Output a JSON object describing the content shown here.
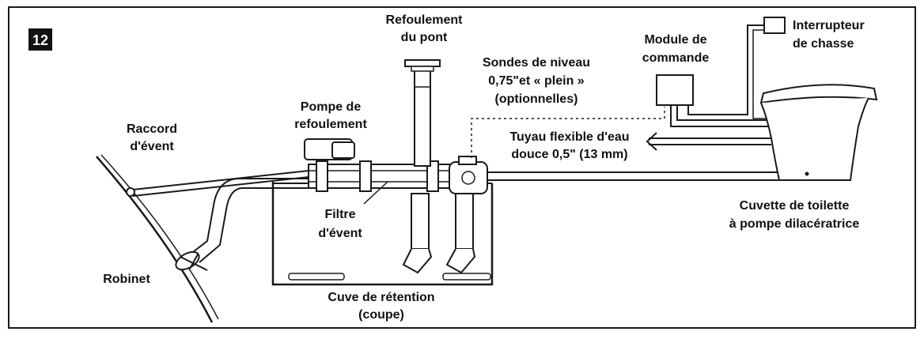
{
  "figure_number": "12",
  "labels": {
    "deck_discharge": [
      "Refoulement",
      "du pont"
    ],
    "level_probes": [
      "Sondes de niveau",
      "0,75\"et « plein »",
      "(optionnelles)"
    ],
    "control_module": [
      "Module de",
      "commande"
    ],
    "flush_switch": [
      "Interrupteur",
      "de chasse"
    ],
    "discharge_pump": [
      "Pompe de",
      "refoulement"
    ],
    "vent_fitting": [
      "Raccord",
      "d'évent"
    ],
    "water_hose": [
      "Tuyau flexible d'eau",
      "douce 0,5\" (13 mm)"
    ],
    "vent_filter": [
      "Filtre",
      "d'évent"
    ],
    "toilet_bowl": [
      "Cuvette de toilette",
      "à pompe dilacératrice"
    ],
    "seacock": [
      "Robinet"
    ],
    "holding_tank": [
      "Cuve de rétention",
      "(coupe)"
    ]
  },
  "colors": {
    "line": "#1a1a1a",
    "background": "#ffffff",
    "badge": "#111111"
  }
}
